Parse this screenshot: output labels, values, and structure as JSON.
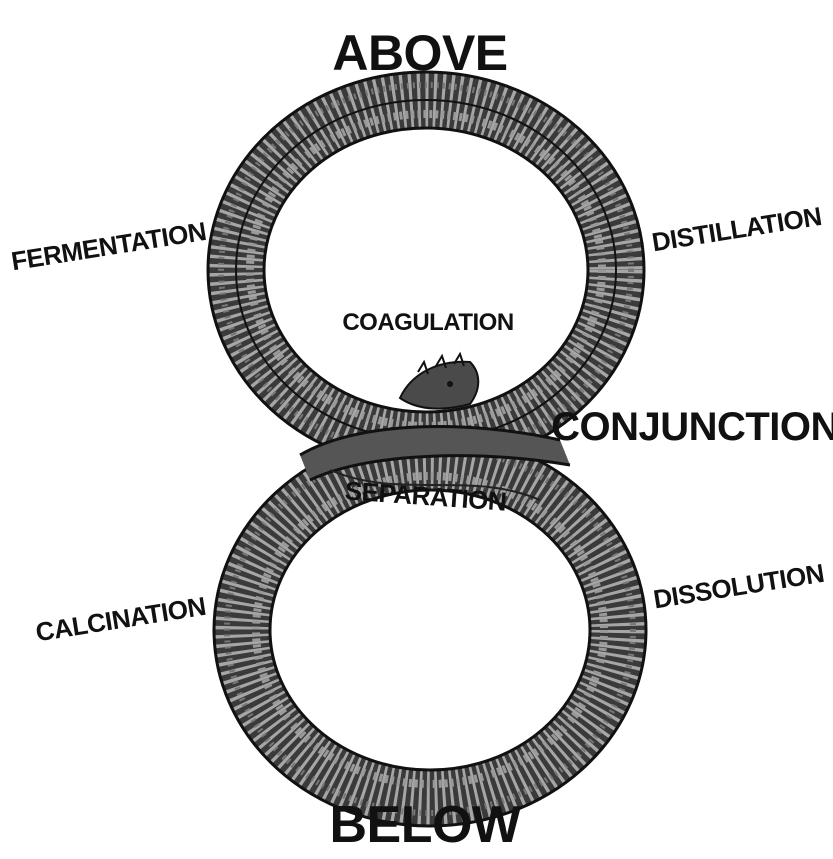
{
  "diagram": {
    "labels": {
      "above": "ABOVE",
      "below": "BELOW",
      "fermentation": "FERMENTATION",
      "distillation": "DISTILLATION",
      "coagulation": "COAGULATION",
      "conjunction": "CONJUNCTION",
      "separation": "SEPARATION",
      "calcination": "CALCINATION",
      "dissolution": "DISSOLUTION"
    },
    "colors": {
      "ink": "#111111",
      "background": "#ffffff",
      "serpent_body": "#3a3a3a"
    }
  }
}
